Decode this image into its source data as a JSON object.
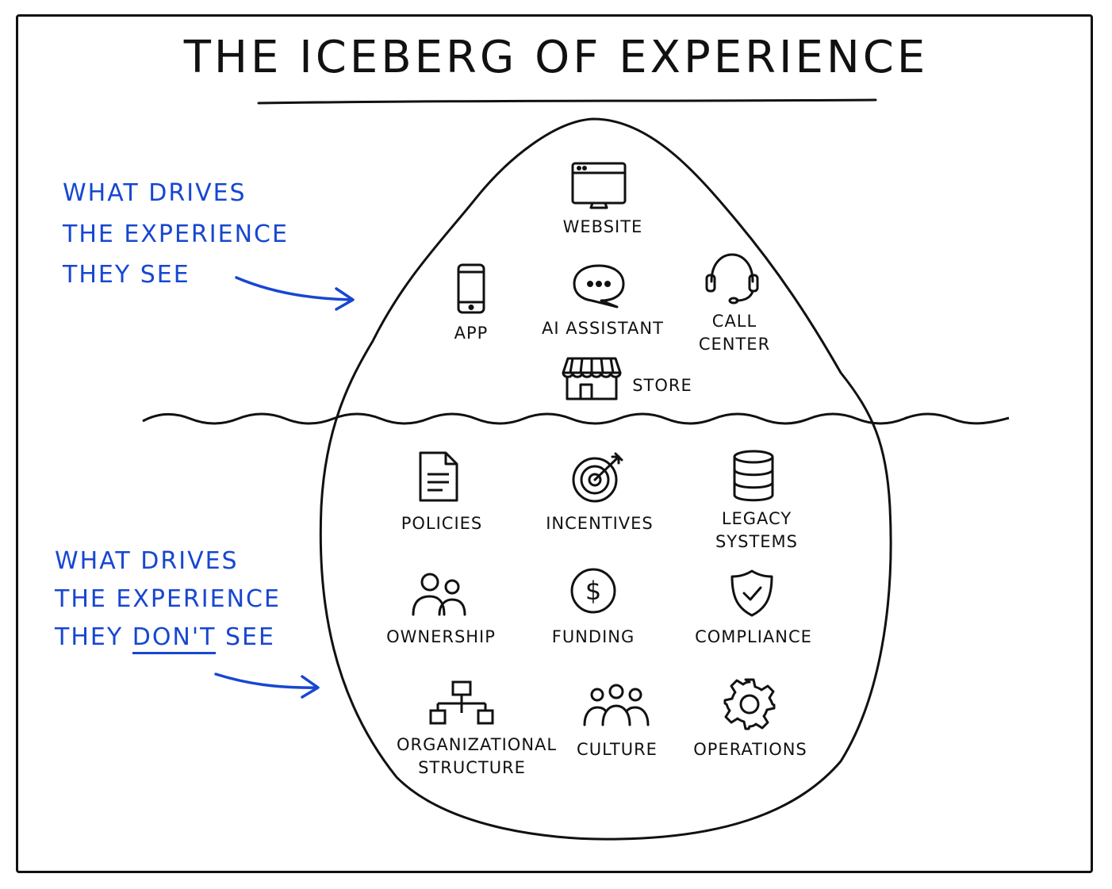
{
  "title": "THE ICEBERG OF EXPERIENCE",
  "above": {
    "caption": [
      "WHAT DRIVES",
      "THE EXPERIENCE",
      "THEY SEE"
    ],
    "items": {
      "website": "WEBSITE",
      "app": "APP",
      "ai_assistant": "AI ASSISTANT",
      "call_center": [
        "CALL",
        "CENTER"
      ],
      "store": "STORE"
    }
  },
  "below": {
    "caption": [
      "WHAT DRIVES",
      "THE EXPERIENCE",
      "THEY",
      "DON'T",
      "SEE"
    ],
    "items": {
      "policies": "POLICIES",
      "incentives": "INCENTIVES",
      "legacy_systems": [
        "LEGACY",
        "SYSTEMS"
      ],
      "ownership": "OWNERSHIP",
      "funding": "FUNDING",
      "compliance": "COMPLIANCE",
      "org_structure": [
        "ORGANIZATIONAL",
        "STRUCTURE"
      ],
      "culture": "CULTURE",
      "operations": "OPERATIONS"
    }
  },
  "colors": {
    "ink": "#111111",
    "accent": "#1747d1"
  },
  "icons": [
    "monitor-icon",
    "phone-icon",
    "chat-icon",
    "headset-icon",
    "storefront-icon",
    "document-icon",
    "target-icon",
    "database-icon",
    "people-icon",
    "dollar-icon",
    "shield-check-icon",
    "org-chart-icon",
    "group-icon",
    "gear-icon"
  ]
}
